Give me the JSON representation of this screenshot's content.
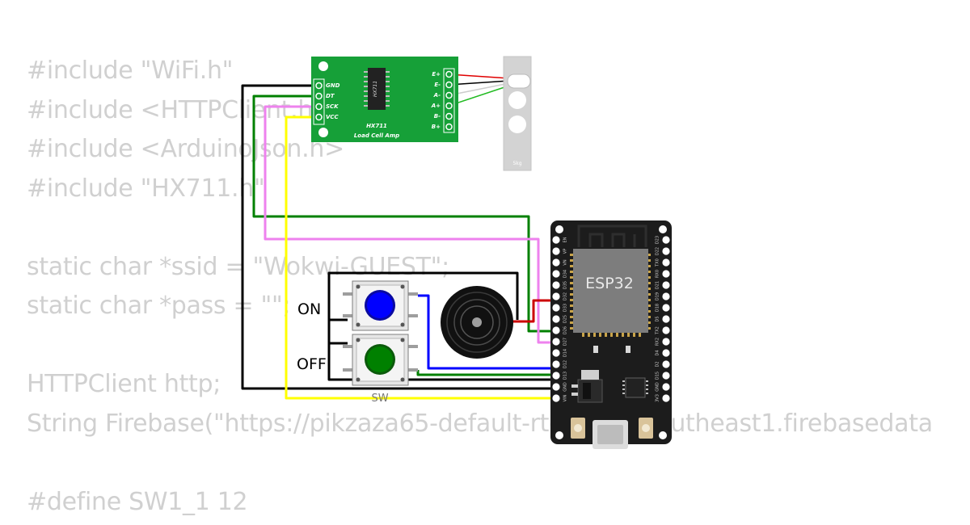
{
  "code": {
    "lines": [
      "#include \"WiFi.h\"",
      "#include <HTTPClient.h>",
      "#include <ArduinoJson.h>",
      "#include \"HX711.h\"",
      "",
      "static char *ssid = \"Wokwi-GUEST\";",
      "static char *pass = \"\";",
      "",
      "HTTPClient http;",
      "String Firebase(\"https://pikzaza65-default-rtdb.asia-southeast1.firebasedata",
      "",
      "#define SW1_1 12"
    ]
  },
  "hx711": {
    "chip_label": "HX711",
    "title": "HX711",
    "subtitle": "Load Cell Amp",
    "left_pins": [
      "GND",
      "DT",
      "SCK",
      "VCC"
    ],
    "right_pins": [
      "E+",
      "E-",
      "A-",
      "A+",
      "B-",
      "B+"
    ]
  },
  "load_cell": {
    "label": "5kg"
  },
  "esp32": {
    "label": "ESP32",
    "left_pins": [
      "EN",
      "VP",
      "VN",
      "D34",
      "D35",
      "D32",
      "D33",
      "D25",
      "D26",
      "D27",
      "D14",
      "D12",
      "D13",
      "GND",
      "VIN"
    ],
    "right_pins": [
      "D23",
      "D22",
      "TX0",
      "RX0",
      "D21",
      "D19",
      "D18",
      "D5",
      "TX2",
      "RX2",
      "D4",
      "D2",
      "D15",
      "GND",
      "3V3"
    ]
  },
  "buttons": {
    "on_label": "ON",
    "off_label": "OFF",
    "sw_label": "SW",
    "on_color": "#0000ff",
    "off_color": "#008000"
  },
  "wires": {
    "black": "#000000",
    "green": "#008000",
    "pink": "#ee82ee",
    "yellow": "#ffff00",
    "blue": "#0000ff",
    "red": "#cc0000"
  }
}
